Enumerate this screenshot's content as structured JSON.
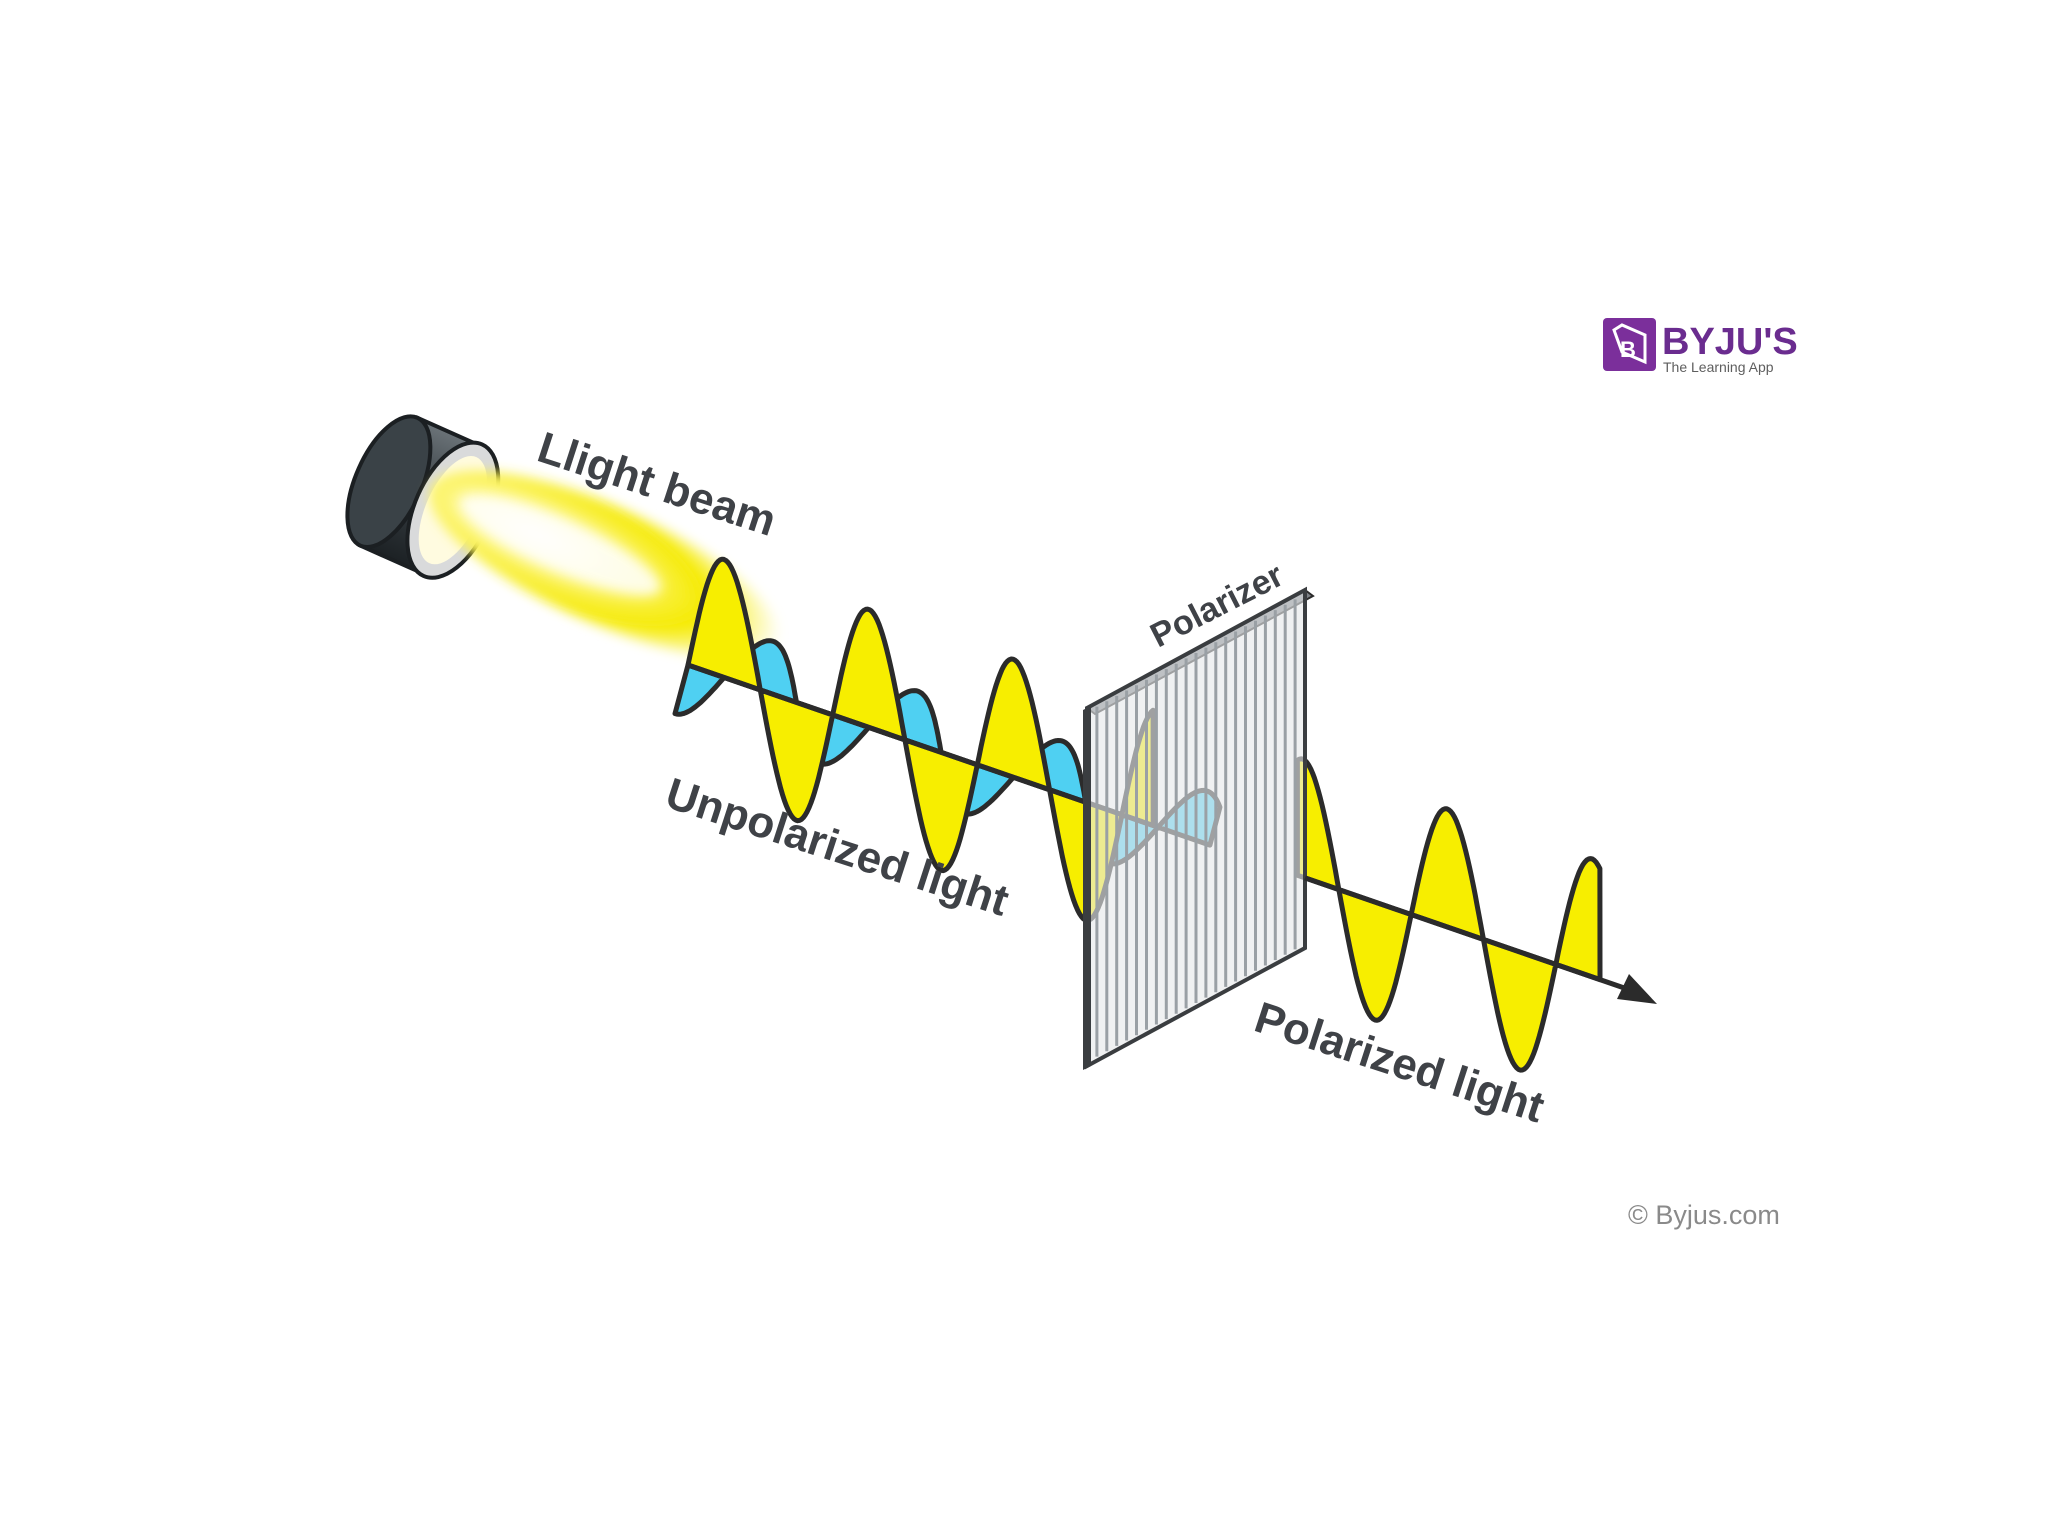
{
  "labels": {
    "light_beam": "Llight beam",
    "unpolarized": "Unpolarized light",
    "polarizer": "Polarizer",
    "polarized": "Polarized light"
  },
  "logo": {
    "letter": "B",
    "name": "BYJU'S",
    "tagline": "The Learning App"
  },
  "copyright": "© Byjus.com",
  "colors": {
    "wave_yellow": "#f7ee00",
    "wave_blue": "#4fd0f2",
    "outline": "#2b2b2b",
    "brand_purple": "#7b2f9b",
    "label_gray": "#3f4247"
  }
}
